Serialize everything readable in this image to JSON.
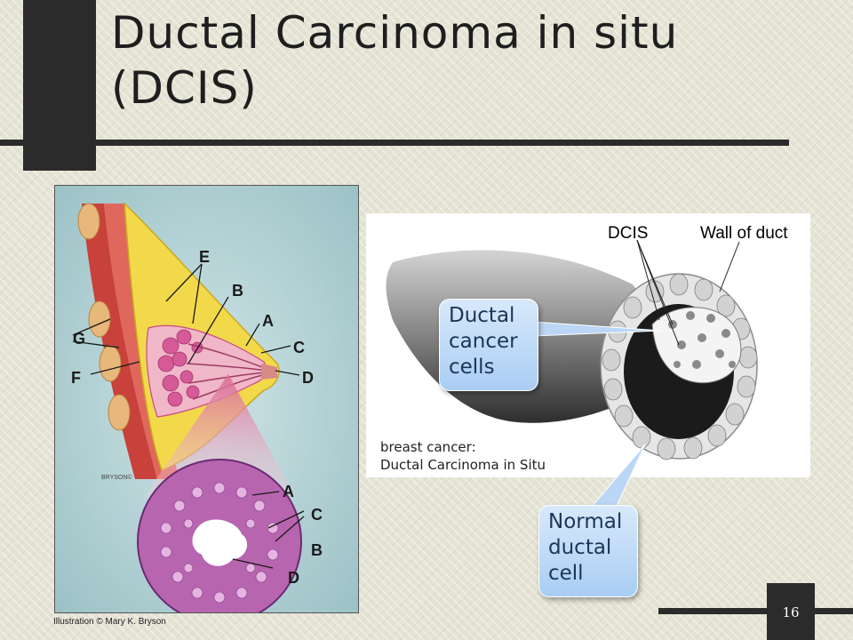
{
  "slide": {
    "title_line1": "Ductal Carcinoma in situ",
    "title_line2": "(DCIS)",
    "page_number": "16"
  },
  "left_figure": {
    "labels": {
      "A": "A",
      "B": "B",
      "C": "C",
      "D": "D",
      "E": "E",
      "F": "F",
      "G": "G"
    },
    "signature": "BRYSON©",
    "credit": "Illustration © Mary K. Bryson"
  },
  "right_figure": {
    "label_dcis": "DCIS",
    "label_wall": "Wall of duct",
    "caption_line1": "breast cancer:",
    "caption_line2": "Ductal Carcinoma in Situ"
  },
  "callouts": {
    "ductal_cancer_cells": "Ductal\ncancer\ncells",
    "normal_ductal_cell": "Normal\nductal\ncell"
  },
  "colors": {
    "bar": "#2b2b2b",
    "callout_fill": "#a9cdf3",
    "callout_text": "#1c3557",
    "tissue_pink": "#c94a86",
    "fat_yellow": "#f2d94a",
    "muscle_red": "#c8413a"
  }
}
